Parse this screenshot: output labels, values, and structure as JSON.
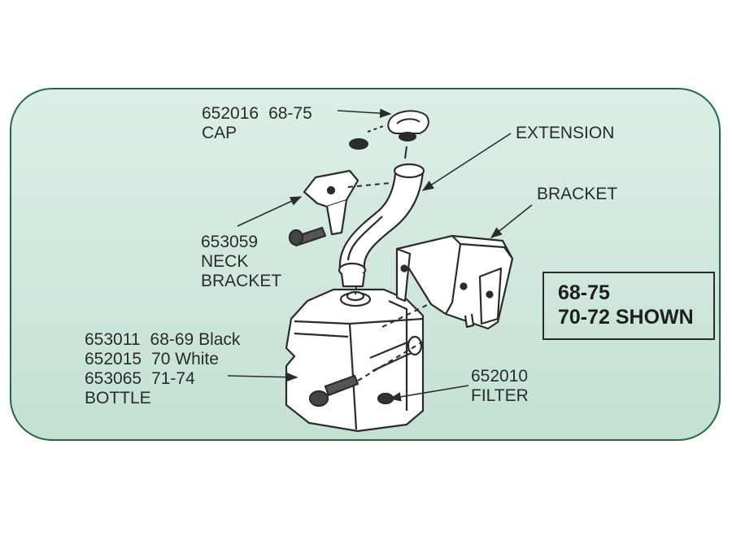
{
  "diagram": {
    "note": {
      "line1": "68-75",
      "line2": "70-72 SHOWN"
    },
    "labels": {
      "cap": {
        "line1_num": "652016",
        "line1_years": "68-75",
        "line2": "CAP"
      },
      "extension": {
        "text": "EXTENSION"
      },
      "bracket": {
        "text": "BRACKET"
      },
      "neck_bracket": {
        "line1": "653059",
        "line2": "NECK",
        "line3": "BRACKET"
      },
      "bottle": {
        "rows": [
          {
            "num": "653011",
            "desc": "68-69 Black"
          },
          {
            "num": "652015",
            "desc": "70 White"
          },
          {
            "num": "653065",
            "desc": "71-74"
          }
        ],
        "name": "BOTTLE"
      },
      "filter": {
        "line1": "652010",
        "line2": "FILTER"
      }
    },
    "colors": {
      "panel_border": "#1f6b45",
      "panel_fill": "#d6ece2",
      "ink": "#2b2b2b"
    }
  }
}
